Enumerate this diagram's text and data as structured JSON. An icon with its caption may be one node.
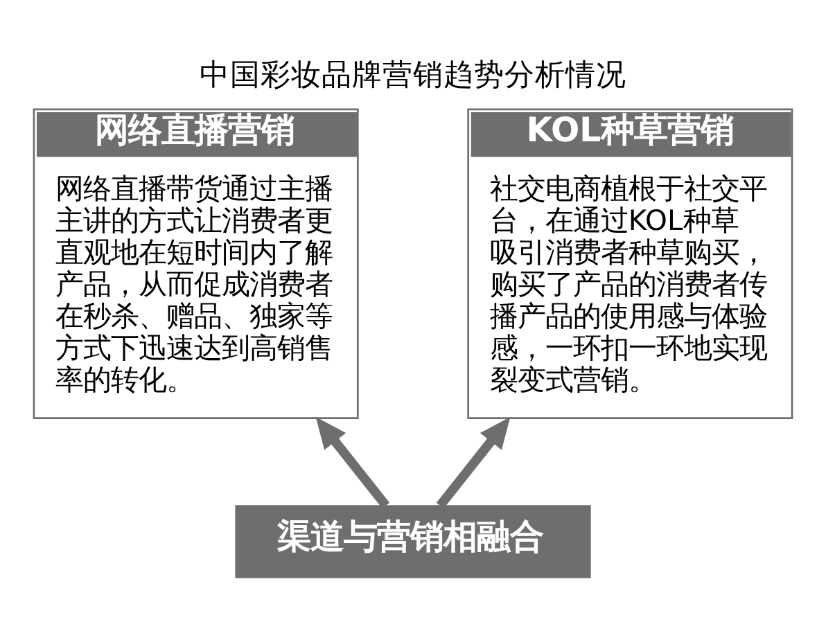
{
  "diagram": {
    "title": "中国彩妆品牌营销趋势分析情况",
    "nodes": [
      {
        "text": [
          "网络直播营销",
          "网络直播带货通过主播主讲的方式让消费者更直观地在短时间内了解产品，从而促成消费者在秒杀、赠品、独家等方式下迅速达到高销售率的转化。"
        ]
      },
      {
        "text": [
          "KOL种草营销",
          "社交电商植根于社交平台，在通过KOL种草吸引消费者种草购买，购买了产品的消费者传播产品的使用感与体验感，一环扣一环地实现裂变式营销。"
        ]
      },
      {
        "text": [
          "渠道与营销相融合"
        ]
      }
    ],
    "edges": [
      {
        "from": 2,
        "to": 0,
        "arrow": "to"
      },
      {
        "from": 2,
        "to": 1,
        "arrow": "to"
      }
    ]
  }
}
